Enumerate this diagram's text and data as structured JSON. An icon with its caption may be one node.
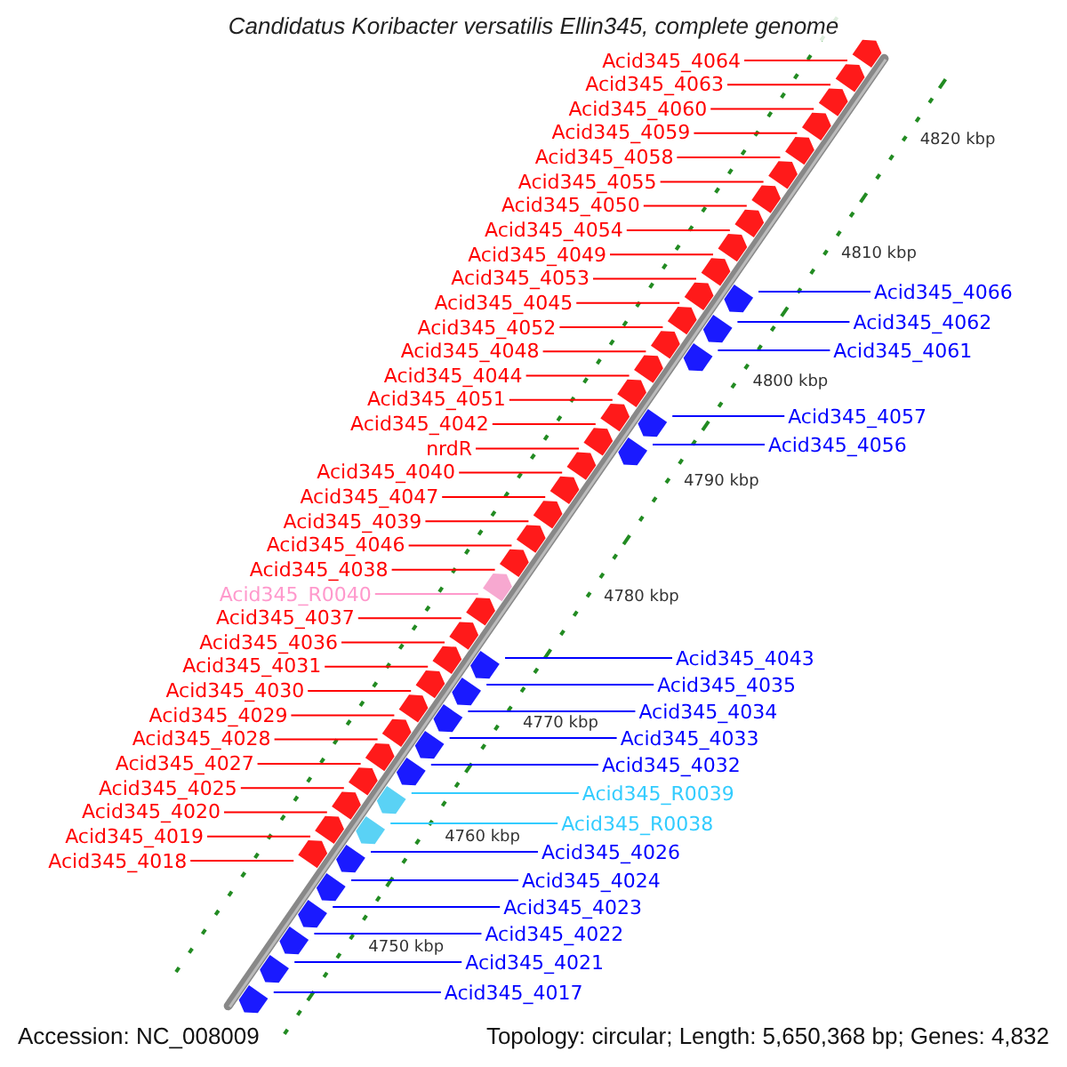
{
  "diagram": {
    "title": "Candidatus Koribacter versatilis Ellin345, complete genome",
    "nodes": [
      {
        "text": [
          "Acid345_4064"
        ]
      },
      {
        "text": [
          "Acid345_4063"
        ]
      },
      {
        "text": [
          "Acid345_4060"
        ]
      },
      {
        "text": [
          "Acid345_4059"
        ]
      },
      {
        "text": [
          "Acid345_4058"
        ]
      },
      {
        "text": [
          "Acid345_4055"
        ]
      },
      {
        "text": [
          "Acid345_4050"
        ]
      },
      {
        "text": [
          "Acid345_4054"
        ]
      },
      {
        "text": [
          "Acid345_4049"
        ]
      },
      {
        "text": [
          "Acid345_4053"
        ]
      },
      {
        "text": [
          "Acid345_4045"
        ]
      },
      {
        "text": [
          "Acid345_4052"
        ]
      },
      {
        "text": [
          "Acid345_4048"
        ]
      },
      {
        "text": [
          "Acid345_4066"
        ]
      },
      {
        "text": [
          "Acid345_4044"
        ]
      },
      {
        "text": [
          "Acid345_4051"
        ]
      },
      {
        "text": [
          "Acid345_4042"
        ]
      },
      {
        "text": [
          "Acid345_4062"
        ]
      },
      {
        "text": [
          "nrdR"
        ]
      },
      {
        "text": [
          "Acid345_4061"
        ]
      },
      {
        "text": [
          "Acid345_4040"
        ]
      },
      {
        "text": [
          "Acid345_4047"
        ]
      },
      {
        "text": [
          "Acid345_4039"
        ]
      },
      {
        "text": [
          "Acid345_4046"
        ]
      },
      {
        "text": [
          "Acid345_4057"
        ]
      },
      {
        "text": [
          "Acid345_4038"
        ]
      },
      {
        "text": [
          "Acid345_4056"
        ]
      },
      {
        "text": [
          "Acid345_R0040"
        ]
      },
      {
        "text": [
          "Acid345_4037"
        ]
      },
      {
        "text": [
          "Acid345_4036"
        ]
      },
      {
        "text": [
          "Acid345_4031"
        ]
      },
      {
        "text": [
          "Acid345_4030"
        ]
      },
      {
        "text": [
          "Acid345_4029"
        ]
      },
      {
        "text": [
          "Acid345_4043"
        ]
      },
      {
        "text": [
          "Acid345_4028"
        ]
      },
      {
        "text": [
          "Acid345_4035"
        ]
      },
      {
        "text": [
          "Acid345_4027"
        ]
      },
      {
        "text": [
          "Acid345_4034"
        ]
      },
      {
        "text": [
          "Acid345_4025"
        ]
      },
      {
        "text": [
          "Acid345_4033"
        ]
      },
      {
        "text": [
          "Acid345_4020"
        ]
      },
      {
        "text": [
          "Acid345_4032"
        ]
      },
      {
        "text": [
          "Acid345_4019"
        ]
      },
      {
        "text": [
          "Acid345_R0039"
        ]
      },
      {
        "text": [
          "Acid345_4018"
        ]
      },
      {
        "text": [
          "Acid345_R0038"
        ]
      },
      {
        "text": [
          "Acid345_4026"
        ]
      },
      {
        "text": [
          "Acid345_4024"
        ]
      },
      {
        "text": [
          "Acid345_4023"
        ]
      },
      {
        "text": [
          "Acid345_4022"
        ]
      },
      {
        "text": [
          "Acid345_4021"
        ]
      },
      {
        "text": [
          "Acid345_4017"
        ]
      }
    ],
    "edges": [
      {
        "from": 0,
        "to": null,
        "arrow": "none"
      },
      {
        "from": 1,
        "to": null,
        "arrow": "none"
      },
      {
        "from": 2,
        "to": null,
        "arrow": "none"
      },
      {
        "from": 3,
        "to": null,
        "arrow": "none"
      },
      {
        "from": 4,
        "to": null,
        "arrow": "none"
      },
      {
        "from": 5,
        "to": null,
        "arrow": "none"
      },
      {
        "from": 6,
        "to": null,
        "arrow": "none"
      },
      {
        "from": 7,
        "to": null,
        "arrow": "none"
      },
      {
        "from": 8,
        "to": null,
        "arrow": "none"
      },
      {
        "from": 9,
        "to": null,
        "arrow": "none"
      },
      {
        "from": 10,
        "to": null,
        "arrow": "none"
      },
      {
        "from": 11,
        "to": null,
        "arrow": "none"
      },
      {
        "from": 12,
        "to": null,
        "arrow": "none"
      },
      {
        "from": 13,
        "to": null,
        "arrow": "none",
        "color": "#0000ff"
      },
      {
        "from": 14,
        "to": null,
        "arrow": "none"
      },
      {
        "from": 15,
        "to": null,
        "arrow": "none"
      },
      {
        "from": 16,
        "to": null,
        "arrow": "none"
      },
      {
        "from": 17,
        "to": null,
        "arrow": "none",
        "color": "#0000ff"
      },
      {
        "from": 18,
        "to": null,
        "arrow": "none"
      },
      {
        "from": 19,
        "to": null,
        "arrow": "none",
        "color": "#0000ff"
      },
      {
        "from": 20,
        "to": null,
        "arrow": "none"
      },
      {
        "from": 21,
        "to": null,
        "arrow": "none"
      },
      {
        "from": 22,
        "to": null,
        "arrow": "none"
      },
      {
        "from": 23,
        "to": null,
        "arrow": "none"
      },
      {
        "from": 24,
        "to": null,
        "arrow": "none",
        "color": "#0000ff"
      },
      {
        "from": 25,
        "to": null,
        "arrow": "none"
      },
      {
        "from": 26,
        "to": null,
        "arrow": "none",
        "color": "#0000ff"
      },
      {
        "from": 27,
        "to": null,
        "arrow": "none",
        "color": "#ff99cc"
      },
      {
        "from": 28,
        "to": null,
        "arrow": "none"
      },
      {
        "from": 29,
        "to": null,
        "arrow": "none"
      },
      {
        "from": 30,
        "to": null,
        "arrow": "none"
      },
      {
        "from": 31,
        "to": null,
        "arrow": "none"
      },
      {
        "from": 32,
        "to": null,
        "arrow": "none"
      },
      {
        "from": 33,
        "to": null,
        "arrow": "none",
        "color": "#0000ff"
      },
      {
        "from": 34,
        "to": null,
        "arrow": "none"
      },
      {
        "from": 35,
        "to": null,
        "arrow": "none",
        "color": "#0000ff"
      },
      {
        "from": 36,
        "to": null,
        "arrow": "none"
      },
      {
        "from": 37,
        "to": null,
        "arrow": "none",
        "color": "#0000ff"
      },
      {
        "from": 38,
        "to": null,
        "arrow": "none"
      },
      {
        "from": 39,
        "to": null,
        "arrow": "none",
        "color": "#0000ff"
      },
      {
        "from": 40,
        "to": null,
        "arrow": "none"
      },
      {
        "from": 41,
        "to": null,
        "arrow": "none",
        "color": "#0000ff"
      },
      {
        "from": 42,
        "to": null,
        "arrow": "none"
      },
      {
        "from": 43,
        "to": null,
        "arrow": "none",
        "color": "#33ccff"
      },
      {
        "from": 44,
        "to": null,
        "arrow": "none"
      },
      {
        "from": 45,
        "to": null,
        "arrow": "none",
        "color": "#33ccff"
      },
      {
        "from": 46,
        "to": null,
        "arrow": "none",
        "color": "#0000ff"
      },
      {
        "from": 47,
        "to": null,
        "arrow": "none",
        "color": "#0000ff"
      },
      {
        "from": 48,
        "to": null,
        "arrow": "none",
        "color": "#0000ff"
      },
      {
        "from": 49,
        "to": null,
        "arrow": "none",
        "color": "#0000ff"
      },
      {
        "from": 50,
        "to": null,
        "arrow": "none",
        "color": "#0000ff"
      },
      {
        "from": 51,
        "to": null,
        "arrow": "none",
        "color": "#0000ff"
      }
    ],
    "labels": [
      "4820 kbp",
      "4810 kbp",
      "4800 kbp",
      "4790 kbp",
      "4780 kbp",
      "4770 kbp",
      "4760 kbp",
      "4750 kbp",
      "Accession: NC_008009",
      "Topology: circular; Length: 5,650,368 bp; Genes: 4,832"
    ]
  }
}
